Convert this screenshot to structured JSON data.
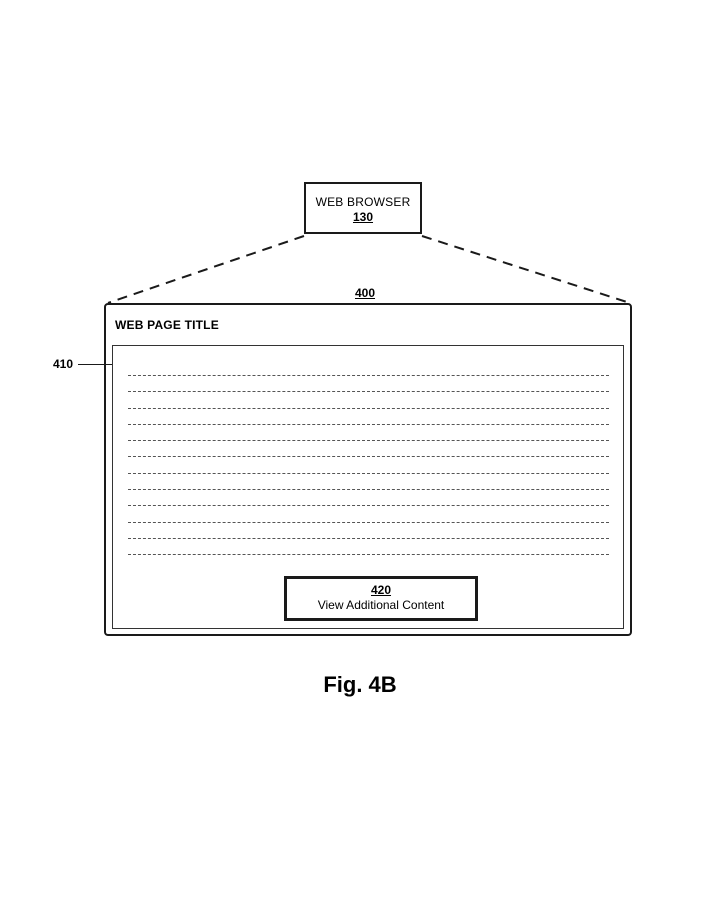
{
  "web_browser": {
    "label": "WEB BROWSER",
    "ref": "130"
  },
  "web_page": {
    "ref": "400",
    "title": "WEB PAGE TITLE",
    "content_area": {
      "ref": "410",
      "line_count": 12
    },
    "button": {
      "ref": "420",
      "label": "View Additional Content"
    }
  },
  "caption": "Fig. 4B"
}
